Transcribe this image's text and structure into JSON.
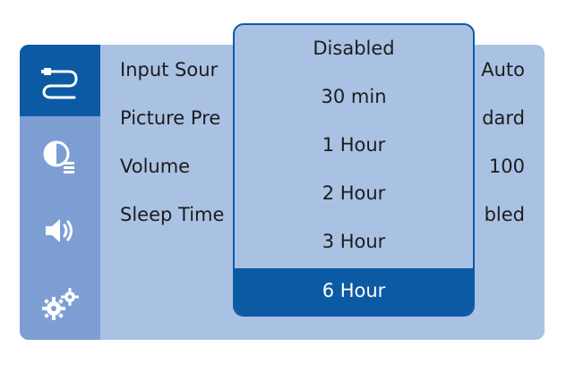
{
  "sidebar": {
    "items": [
      {
        "icon": "input-cable-icon",
        "active": true
      },
      {
        "icon": "picture-contrast-icon",
        "active": false
      },
      {
        "icon": "speaker-volume-icon",
        "active": false
      },
      {
        "icon": "gears-settings-icon",
        "active": false
      }
    ]
  },
  "settings": {
    "rows": [
      {
        "label": "Input Sour",
        "value": "Auto"
      },
      {
        "label": "Picture Pre",
        "value": "dard"
      },
      {
        "label": "Volume",
        "value": "100"
      },
      {
        "label": "Sleep Time",
        "value": "bled"
      }
    ]
  },
  "dropdown": {
    "options": [
      "Disabled",
      "30 min",
      "1 Hour",
      "2 Hour",
      "3 Hour",
      "6 Hour"
    ],
    "selected": "6 Hour"
  },
  "colors": {
    "accent": "#0c5aa4",
    "panel": "#a9c2e4",
    "sidebar": "#7d9ed3"
  }
}
